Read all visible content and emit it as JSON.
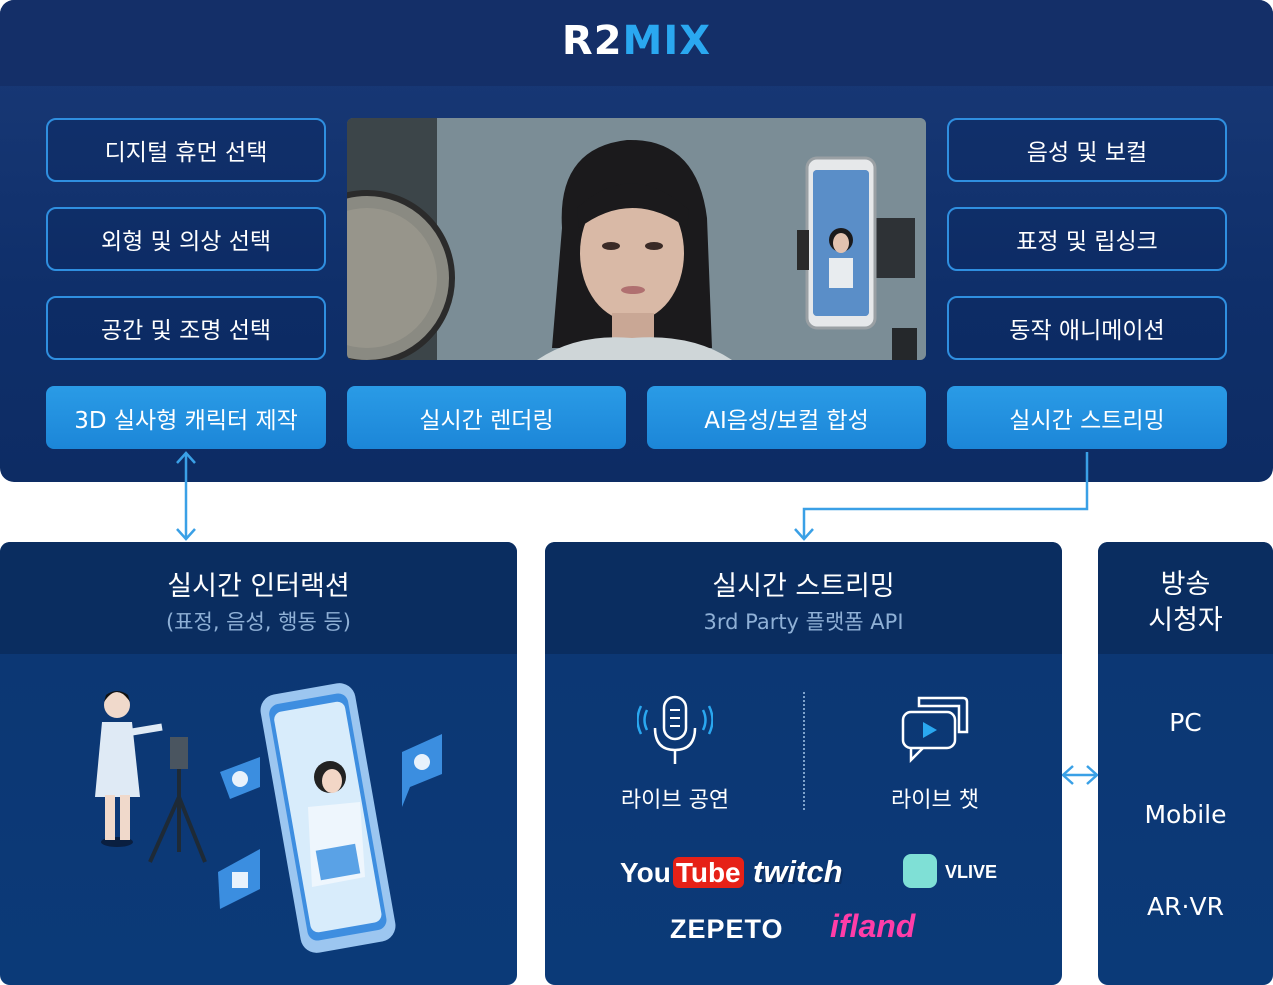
{
  "top": {
    "logo_r2": "R2",
    "logo_mix": "MIX",
    "left_items": [
      "디지털 휴먼 선택",
      "외형 및 의상 선택",
      "공간 및 조명 선택"
    ],
    "right_items": [
      "음성 및 보컬",
      "표정 및 립싱크",
      "동작 애니메이션"
    ],
    "bottom_items": [
      "3D 실사형 캐릭터 제작",
      "실시간 렌더링",
      "AI음성/보컬 합성",
      "실시간 스트리밍"
    ]
  },
  "interaction": {
    "title": "실시간 인터랙션",
    "subtitle": "(표정, 음성, 행동 등)"
  },
  "streaming": {
    "title": "실시간 스트리밍",
    "subtitle": "3rd Party 플랫폼 API",
    "live_performance": "라이브 공연",
    "live_chat": "라이브 챗",
    "brands": {
      "youtube_you": "You",
      "youtube_tube": "Tube",
      "twitch": "twitch",
      "vlive": "VLIVE",
      "zepeto": "ZEPETO",
      "ifland": "ifland"
    }
  },
  "viewers": {
    "title_line1": "방송",
    "title_line2": "시청자",
    "items": [
      "PC",
      "Mobile",
      "AR·VR"
    ]
  },
  "colors": {
    "panel_dark": "#0d3672",
    "accent_blue": "#2a9be6",
    "mix_blue": "#2aa8f0"
  }
}
